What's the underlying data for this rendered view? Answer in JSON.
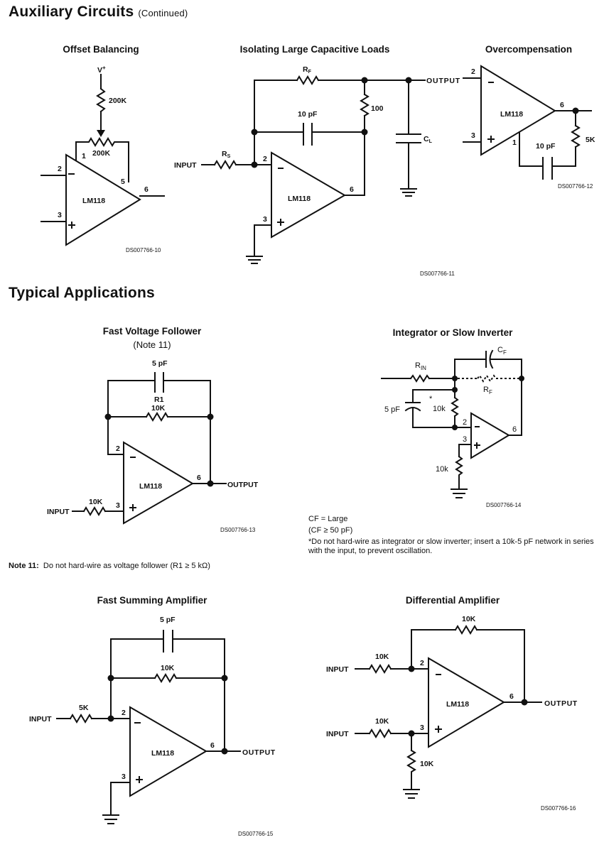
{
  "sections": {
    "aux": {
      "title": "Auxiliary Circuits",
      "subtitle": "(Continued)"
    },
    "typical": {
      "title": "Typical Applications"
    }
  },
  "circuits": {
    "offset": {
      "title": "Offset Balancing",
      "vplus": "V+",
      "r_top": "200K",
      "pot": "200K",
      "pins": {
        "p1": "1",
        "p2": "2",
        "p3": "3",
        "p5": "5",
        "p6": "6"
      },
      "chip": "LM118",
      "figure_id": "DS007766-10"
    },
    "isolating": {
      "title": "Isolating Large Capacitive Loads",
      "rf": "RF",
      "r100": "100",
      "cap": "10 pF",
      "cl": "CL",
      "rs": "RS",
      "input": "INPUT",
      "output": "OUTPUT",
      "pins": {
        "p2": "2",
        "p3": "3",
        "p6": "6"
      },
      "chip": "LM118",
      "figure_id": "DS007766-11"
    },
    "overcomp": {
      "title": "Overcompensation",
      "cap": "10 pF",
      "r": "5K",
      "pins": {
        "p1": "1",
        "p2": "2",
        "p3": "3",
        "p6": "6"
      },
      "chip": "LM118",
      "figure_id": "DS007766-12"
    },
    "follower": {
      "title": "Fast Voltage Follower",
      "note_ref": "(Note 11)",
      "cap": "5 pF",
      "r1_name": "R1",
      "r1_value": "10K",
      "r_in": "10K",
      "input": "INPUT",
      "output": "OUTPUT",
      "pins": {
        "p2": "2",
        "p3": "3",
        "p6": "6"
      },
      "chip": "LM118",
      "figure_id": "DS007766-13"
    },
    "integrator": {
      "title": "Integrator or Slow Inverter",
      "cf": "CF",
      "rin": "RIN",
      "rf": "RF",
      "cap5": "5 pF",
      "asterisk": "*",
      "r10k_a": "10k",
      "r10k_b": "10k",
      "pins": {
        "p2": "2",
        "p3": "3",
        "p6": "6"
      },
      "figure_id": "DS007766-14",
      "notes": {
        "line1": "CF = Large",
        "line2": "(CF ≥ 50 pF)",
        "line3": "*Do not hard-wire as integrator or slow inverter; insert a 10k-5 pF network in series with the input, to prevent oscillation."
      }
    },
    "summing": {
      "title": "Fast Summing Amplifier",
      "cap": "5 pF",
      "rf": "10K",
      "rin": "5K",
      "input": "INPUT",
      "output": "OUTPUT",
      "pins": {
        "p2": "2",
        "p3": "3",
        "p6": "6"
      },
      "chip": "LM118",
      "figure_id": "DS007766-15"
    },
    "differential": {
      "title": "Differential Amplifier",
      "rf": "10K",
      "rin1": "10K",
      "rin2": "10K",
      "rgnd": "10K",
      "input1": "INPUT",
      "input2": "INPUT",
      "output": "OUTPUT",
      "pins": {
        "p2": "2",
        "p3": "3",
        "p6": "6"
      },
      "chip": "LM118",
      "figure_id": "DS007766-16"
    }
  },
  "footnote": {
    "label": "Note 11:",
    "text": "Do not hard-wire as voltage follower (R1 ≥ 5 kΩ)"
  }
}
